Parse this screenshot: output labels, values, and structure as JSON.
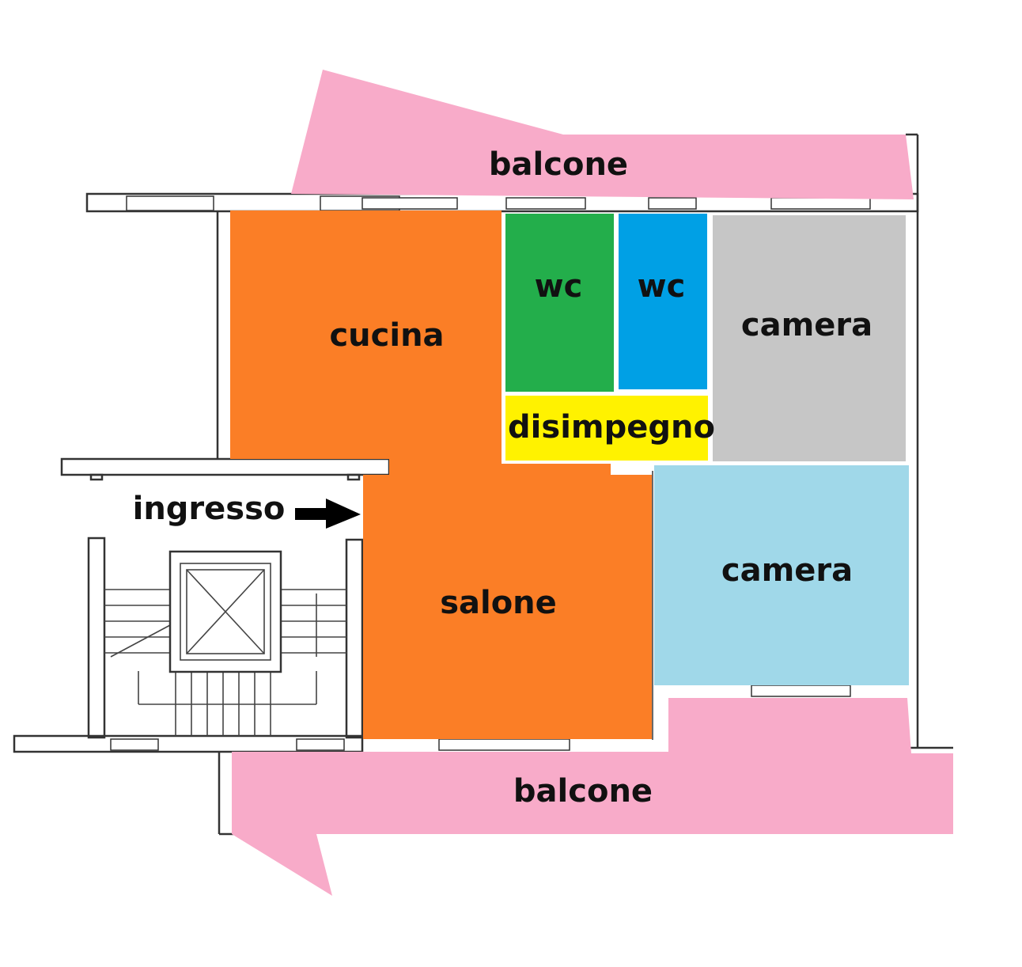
{
  "colors": {
    "balcone": "#f8abc9",
    "cucina": "#fb7e26",
    "salone": "#fb7e26",
    "wc_1": "#23ae4b",
    "wc_2": "#00a0e5",
    "camera_1": "#c6c6c6",
    "camera_2": "#a0d8e9",
    "disimpegno": "#fff200",
    "arrow": "#000000"
  },
  "rooms": {
    "balcone_top": "balcone",
    "balcone_bottom": "balcone",
    "cucina": "cucina",
    "wc_1": "wc",
    "wc_2": "wc",
    "camera_1": "camera",
    "disimpegno": "disimpegno",
    "camera_2": "camera",
    "salone": "salone"
  },
  "entrance": {
    "label": "ingresso",
    "arrow_icon": "arrow-right-icon"
  },
  "icons": {
    "elevator": "elevator-shaft-icon",
    "stairs": "staircase-icon"
  }
}
